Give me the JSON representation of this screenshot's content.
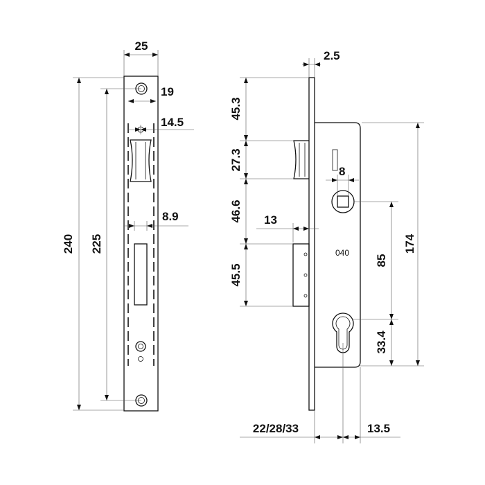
{
  "strike_plate": {
    "width": "25",
    "hole_spacing": "19",
    "slot_offset": "14.5",
    "slot_width": "8.9",
    "total_height": "240",
    "hole_distance": "225"
  },
  "lock_body": {
    "faceplate_thickness": "2.5",
    "latch_offset": "45.3",
    "latch_height": "27.3",
    "latch_to_bolt": "46.6",
    "bolt_projection": "13",
    "bolt_height": "45.5",
    "spindle_size": "8",
    "spindle_to_cylinder": "85",
    "case_height": "174",
    "cylinder_to_bottom": "33.4",
    "backset": "22/28/33",
    "cylinder_to_back": "13.5",
    "model": "040"
  }
}
